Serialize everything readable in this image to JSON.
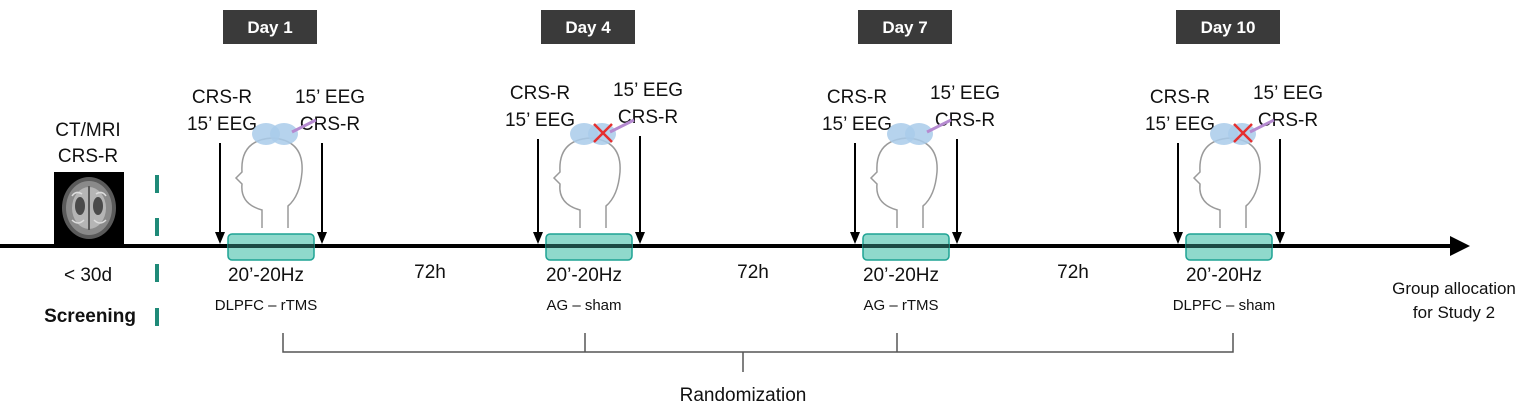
{
  "screening": {
    "imaging_label": "CT/MRI",
    "scale_label": "CRS-R",
    "interval_label": "< 30d",
    "phase_label": "Screening"
  },
  "sessions": [
    {
      "day_label": "Day 1",
      "pre_measure_1": "CRS-R",
      "pre_measure_2": "15’ EEG",
      "post_measure_1": "15’ EEG",
      "post_measure_2": "CRS-R",
      "stim_params": "20’-20Hz",
      "condition": "DLPFC – rTMS",
      "marker": "coil"
    },
    {
      "day_label": "Day 4",
      "pre_measure_1": "CRS-R",
      "pre_measure_2": "15’ EEG",
      "post_measure_1": "15’ EEG",
      "post_measure_2": "CRS-R",
      "stim_params": "20’-20Hz",
      "condition": "AG – sham",
      "marker": "cross"
    },
    {
      "day_label": "Day 7",
      "pre_measure_1": "CRS-R",
      "pre_measure_2": "15’ EEG",
      "post_measure_1": "15’ EEG",
      "post_measure_2": "CRS-R",
      "stim_params": "20’-20Hz",
      "condition": "AG – rTMS",
      "marker": "coil"
    },
    {
      "day_label": "Day 10",
      "pre_measure_1": "CRS-R",
      "pre_measure_2": "15’ EEG",
      "post_measure_1": "15’ EEG",
      "post_measure_2": "CRS-R",
      "stim_params": "20’-20Hz",
      "condition": "DLPFC – sham",
      "marker": "cross"
    }
  ],
  "intervals": [
    "72h",
    "72h",
    "72h"
  ],
  "randomization_label": "Randomization",
  "outcome": {
    "line_1": "Group allocation",
    "line_2": "for Study 2"
  },
  "colors": {
    "day_box": "#3a3a3a",
    "stim_bar_fill": "#8fd9cc",
    "stim_bar_stroke": "#1fa394",
    "screening_dash": "#1f8a78",
    "timeline": "#000000",
    "coil": "#a9cbea",
    "cross": "#e53030",
    "head_outline": "#9a9a9a"
  }
}
